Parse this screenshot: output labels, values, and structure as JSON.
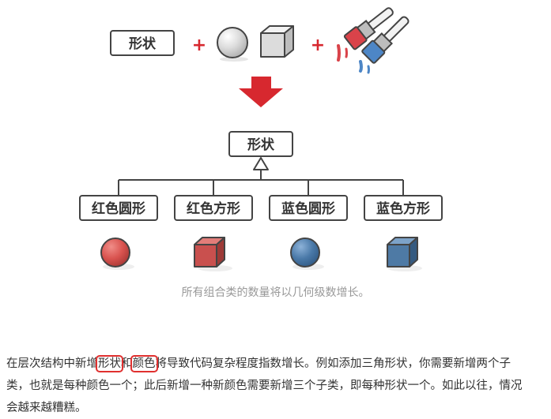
{
  "top_row": {
    "shape_label": "形状",
    "plus1": "+",
    "plus2": "+"
  },
  "hierarchy": {
    "parent_label": "形状",
    "children": [
      {
        "label": "红色圆形",
        "shape": "sphere",
        "color": "#d9534f"
      },
      {
        "label": "红色方形",
        "shape": "cube",
        "color": "#c9504e"
      },
      {
        "label": "蓝色圆形",
        "shape": "sphere",
        "color": "#4a79a8"
      },
      {
        "label": "蓝色方形",
        "shape": "cube",
        "color": "#4e7aa5"
      }
    ]
  },
  "caption": "所有组合类的数量将以几何级数增长。",
  "paragraph": {
    "part1": "在层次结构中新增",
    "highlight1": "形状",
    "part2": "和",
    "highlight2": "颜色",
    "part3": "将导致代码复杂程度指数增长。例如添加三角形状，你需要新增两个子类，也就是每种颜色一个；此后新增一种新颜色需要新增三个子类，即每种形状一个。如此以往，情况会越来越糟糕。"
  },
  "colors": {
    "accent_red": "#d7282f",
    "highlight_border": "#e0302f",
    "paint_red": "#d9434a",
    "paint_blue": "#4d86c6"
  },
  "icons": [
    "gray-sphere-icon",
    "gray-cube-icon",
    "paintbrushes-icon",
    "down-arrow-icon",
    "inheritance-arrow-icon"
  ]
}
